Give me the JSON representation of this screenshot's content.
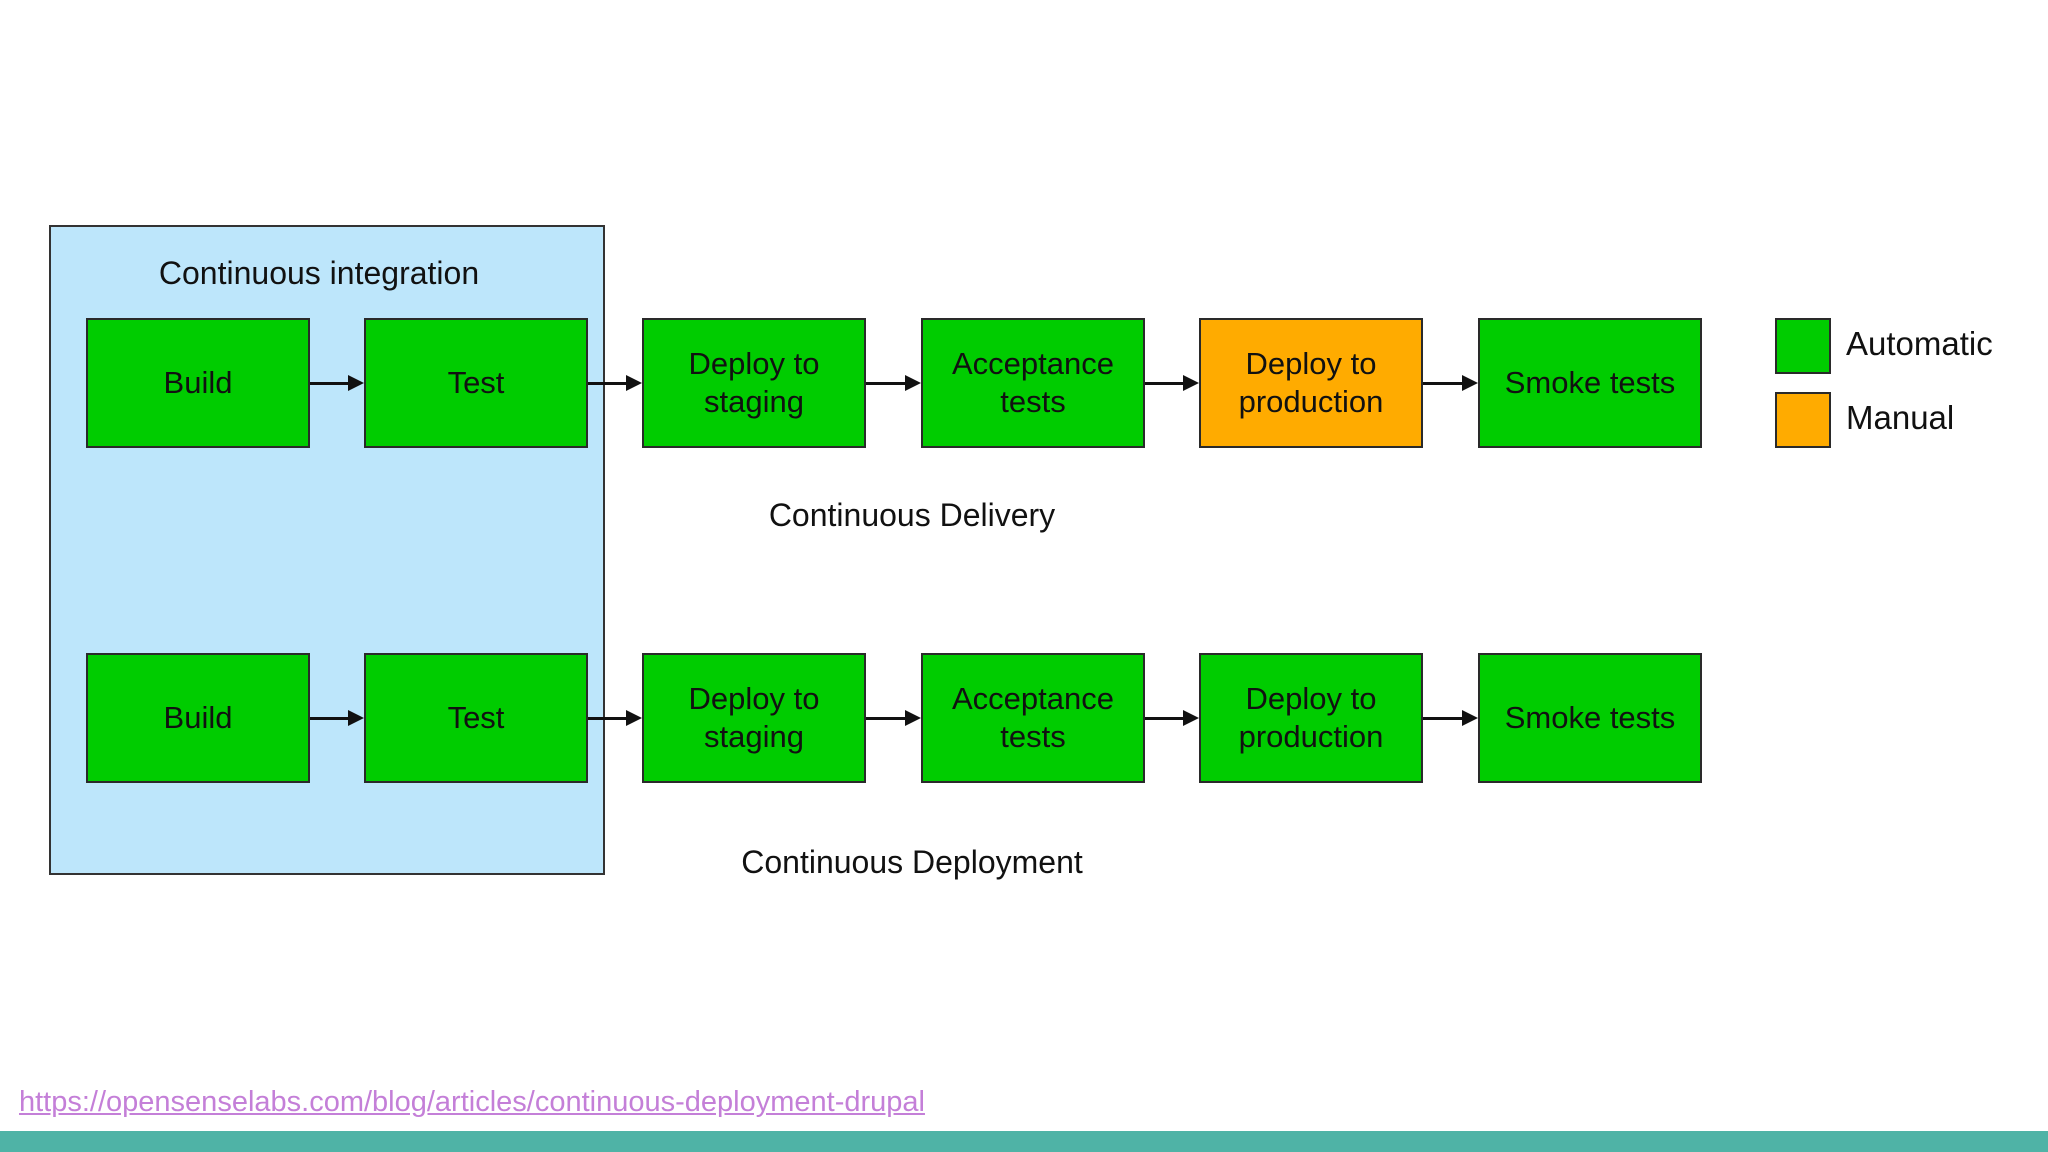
{
  "colors": {
    "automatic": "#00cc00",
    "manual": "#ffab00",
    "ci_region": "#bde6fb",
    "link": "#c47fd8",
    "footer_bar": "#4fb3a6"
  },
  "ci_region": {
    "label": "Continuous integration"
  },
  "pipelines": [
    {
      "id": "delivery",
      "label": "Continuous Delivery",
      "stages": [
        {
          "label": "Build",
          "mode": "automatic"
        },
        {
          "label": "Test",
          "mode": "automatic"
        },
        {
          "label": "Deploy to staging",
          "mode": "automatic"
        },
        {
          "label": "Acceptance tests",
          "mode": "automatic"
        },
        {
          "label": "Deploy to production",
          "mode": "manual"
        },
        {
          "label": "Smoke tests",
          "mode": "automatic"
        }
      ]
    },
    {
      "id": "deployment",
      "label": "Continuous Deployment",
      "stages": [
        {
          "label": "Build",
          "mode": "automatic"
        },
        {
          "label": "Test",
          "mode": "automatic"
        },
        {
          "label": "Deploy to staging",
          "mode": "automatic"
        },
        {
          "label": "Acceptance tests",
          "mode": "automatic"
        },
        {
          "label": "Deploy to production",
          "mode": "automatic"
        },
        {
          "label": "Smoke tests",
          "mode": "automatic"
        }
      ]
    }
  ],
  "legend": [
    {
      "label": "Automatic",
      "mode": "automatic"
    },
    {
      "label": "Manual",
      "mode": "manual"
    }
  ],
  "source_link": "https://opensenselabs.com/blog/articles/continuous-deployment-drupal"
}
